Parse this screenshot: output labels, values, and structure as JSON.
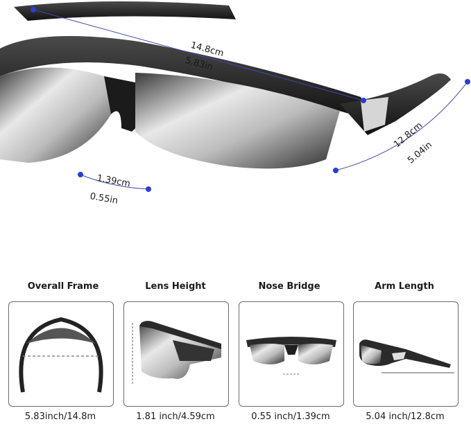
{
  "hero": {
    "frame_width": {
      "cm": "14.8cm",
      "in": "5.83in"
    },
    "arm_length": {
      "cm": "12.8cm",
      "in": "5.04in"
    },
    "nose_bridge": {
      "cm": "1.39cm",
      "in": "0.55in"
    },
    "marker_color": "#2a3fd0"
  },
  "panels": [
    {
      "title": "Overall Frame",
      "value": "5.83inch/14.8m",
      "icon": "front-top-view-frame"
    },
    {
      "title": "Lens Height",
      "value": "1.81 inch/4.59cm",
      "icon": "side-lens-view"
    },
    {
      "title": "Nose Bridge",
      "value": "0.55 inch/1.39cm",
      "icon": "front-view-glasses"
    },
    {
      "title": "Arm Length",
      "value": "5.04 inch/12.8cm",
      "icon": "side-arm-view"
    }
  ]
}
